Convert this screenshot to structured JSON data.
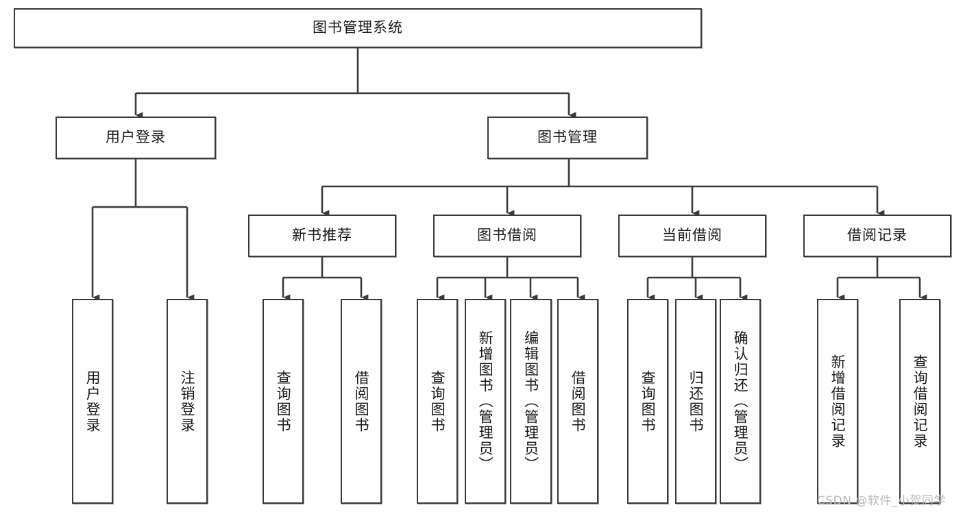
{
  "diagram": {
    "title_node": {
      "label": "图书管理系统"
    },
    "level1": [
      {
        "id": "user-login",
        "label": "用户登录"
      },
      {
        "id": "book-manage",
        "label": "图书管理"
      }
    ],
    "level2": [
      {
        "id": "new-book-recommend",
        "label": "新书推荐"
      },
      {
        "id": "book-borrow",
        "label": "图书借阅"
      },
      {
        "id": "current-borrow",
        "label": "当前借阅"
      },
      {
        "id": "borrow-record",
        "label": "借阅记录"
      }
    ],
    "leaves": [
      {
        "id": "leaf-user-login",
        "label": "用户登录"
      },
      {
        "id": "leaf-logout-login",
        "label": "注销登录"
      },
      {
        "id": "leaf-query-book-1",
        "label": "查询图书"
      },
      {
        "id": "leaf-borrow-book-1",
        "label": "借阅图书"
      },
      {
        "id": "leaf-query-book-2",
        "label": "查询图书"
      },
      {
        "id": "leaf-add-book-admin",
        "label": "新增图书（管理员）"
      },
      {
        "id": "leaf-edit-book-admin",
        "label": "编辑图书（管理员）"
      },
      {
        "id": "leaf-borrow-book-2",
        "label": "借阅图书"
      },
      {
        "id": "leaf-query-book-3",
        "label": "查询图书"
      },
      {
        "id": "leaf-return-book",
        "label": "归还图书"
      },
      {
        "id": "leaf-confirm-return-admin",
        "label": "确认归还（管理员）"
      },
      {
        "id": "leaf-add-borrow-record",
        "label": "新增借阅记录"
      },
      {
        "id": "leaf-query-borrow-record",
        "label": "查询借阅记录"
      }
    ],
    "watermark": "CSDN @软件_小贺同学",
    "colors": {
      "box_border": "#3b3b3b",
      "box_fill": "#ffffff",
      "line": "#3b3b3b",
      "text": "#1a1a1a",
      "watermark": "#b9b9b9"
    }
  }
}
